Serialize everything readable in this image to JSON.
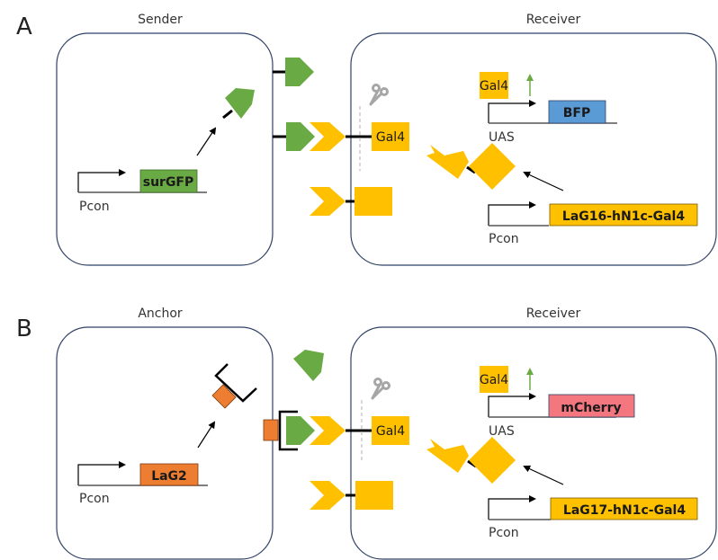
{
  "colors": {
    "cell_border": "#2f4266",
    "green": "#6aaa45",
    "yellow": "#ffc000",
    "orange": "#ed7d31",
    "blue": "#5b9bd5",
    "pink": "#f4777f",
    "scissors": "#a6a6a6",
    "up_arrow": "#6aaa45"
  },
  "panel_a": {
    "letter": "A",
    "sender_title": "Sender",
    "receiver_title": "Receiver",
    "sender_gene": "surGFP",
    "sender_promoter": "Pcon",
    "cleaved_product": "Gal4",
    "activated_tf": "Gal4",
    "reporter_gene": "BFP",
    "reporter_promoter": "UAS",
    "receptor_gene": "LaG16-hN1c-Gal4",
    "receptor_promoter": "Pcon"
  },
  "panel_b": {
    "letter": "B",
    "anchor_title": "Anchor",
    "receiver_title": "Receiver",
    "anchor_gene": "LaG2",
    "anchor_promoter": "Pcon",
    "cleaved_product": "Gal4",
    "activated_tf": "Gal4",
    "reporter_gene": "mCherry",
    "reporter_promoter": "UAS",
    "receptor_gene": "LaG17-hN1c-Gal4",
    "receptor_promoter": "Pcon"
  }
}
